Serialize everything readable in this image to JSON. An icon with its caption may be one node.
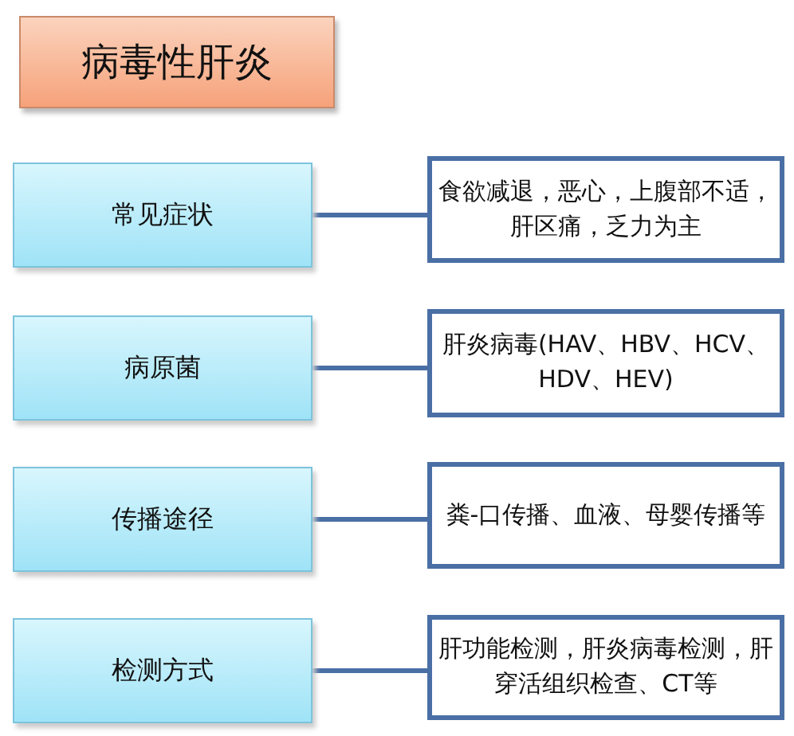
{
  "diagram": {
    "nodes": [
      {
        "text": [
          "病毒性肝炎"
        ]
      },
      {
        "text": [
          "常见症状"
        ]
      },
      {
        "text": [
          "食欲减退，恶心，上腹部不适，肝区痛，乏力为主"
        ]
      },
      {
        "text": [
          "病原菌"
        ]
      },
      {
        "text": [
          "肝炎病毒(HAV、HBV、HCV、HDV、HEV)"
        ]
      },
      {
        "text": [
          "传播途径"
        ]
      },
      {
        "text": [
          "粪-口传播、血液、母婴传播等"
        ]
      },
      {
        "text": [
          "检测方式"
        ]
      },
      {
        "text": [
          "肝功能检测，肝炎病毒检测，肝穿活组织检查、CT等"
        ]
      }
    ],
    "edges": [
      {
        "from": 1,
        "to": 2,
        "arrow": "none"
      },
      {
        "from": 3,
        "to": 4,
        "arrow": "none"
      },
      {
        "from": 5,
        "to": 6,
        "arrow": "none"
      },
      {
        "from": 7,
        "to": 8,
        "arrow": "none"
      }
    ]
  }
}
